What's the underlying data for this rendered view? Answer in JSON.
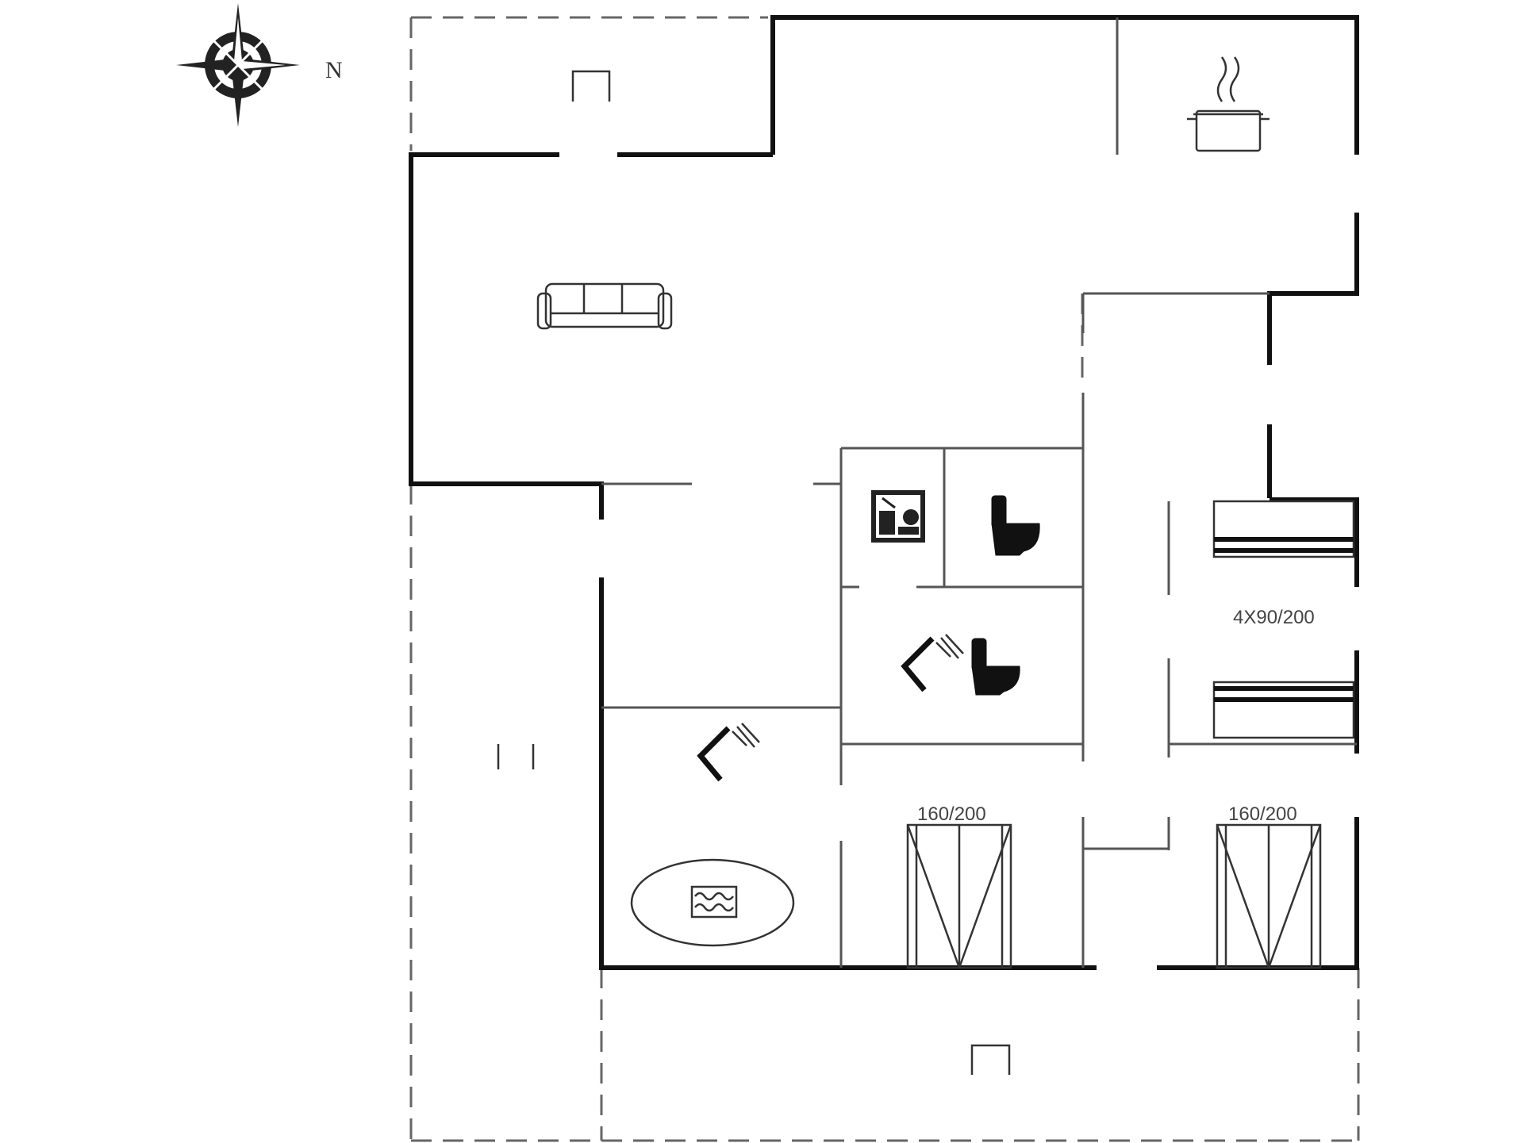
{
  "compass": {
    "label": "N",
    "icon": "compass-rose-icon"
  },
  "bed_labels": {
    "bunk_room": "4X90/200",
    "bedroom_middle": "160/200",
    "bedroom_right": "160/200"
  },
  "icons": {
    "kitchen": "cooking-pot-icon",
    "living": "sofa-icon",
    "utility": "washing-machine-icon",
    "toilet": "toilet-icon",
    "shower": "shower-icon",
    "spa": "whirlpool-icon",
    "terrace": "terrace-chair-icon"
  },
  "colors": {
    "walls": "#111111",
    "partitions": "#555555",
    "outline_dashed": "#666666"
  }
}
